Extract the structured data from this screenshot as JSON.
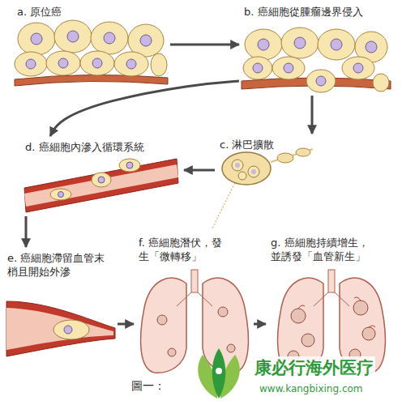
{
  "diagram": {
    "nodes": [
      {
        "text": [
          "a. 原位癌"
        ]
      },
      {
        "text": [
          "b. 癌細胞從腫瘤邊界侵入"
        ]
      },
      {
        "text": [
          "c. 淋巴擴散"
        ]
      },
      {
        "text": [
          "d. 癌細胞內滲入循環系統"
        ]
      },
      {
        "text": [
          "e. 癌細胞滯留血管末梢且開始外滲"
        ]
      },
      {
        "text": [
          "f. 癌細胞潛伏，發生「微轉移」"
        ]
      },
      {
        "text": [
          "g. 癌細胞持續增生，並誘發「血管新生」"
        ]
      }
    ],
    "edges": [
      {
        "from": 0,
        "to": 1,
        "arrow": "to"
      },
      {
        "from": 1,
        "to": 2,
        "arrow": "to"
      },
      {
        "from": 1,
        "to": 3,
        "arrow": "to"
      },
      {
        "from": 2,
        "to": 3,
        "arrow": "to"
      },
      {
        "from": 3,
        "to": 4,
        "arrow": "to"
      },
      {
        "from": 4,
        "to": 5,
        "arrow": "to"
      },
      {
        "from": 5,
        "to": 6,
        "arrow": "to"
      }
    ],
    "labels": [
      "圖一：",
      "康必行海外医疗",
      "www.kangbixing.com"
    ]
  }
}
